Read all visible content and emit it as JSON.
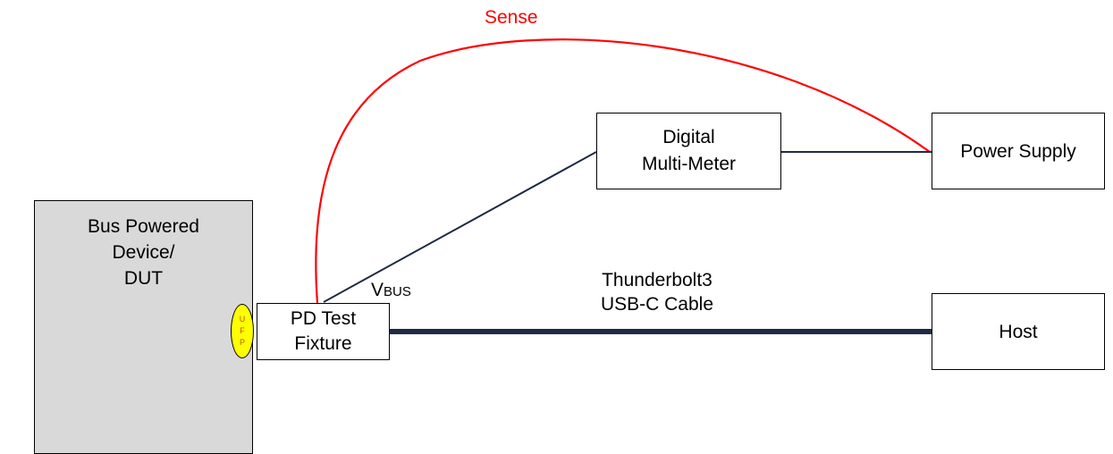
{
  "colors": {
    "sense_wire": "#ff0000",
    "wire": "#1f2a44",
    "dut_fill": "#d9d9d9",
    "ufp_fill": "#ffff00",
    "ufp_text": "#b85c00"
  },
  "sense_label": "Sense",
  "vbus": {
    "main": "V",
    "sub": "BUS"
  },
  "cable_label": [
    "Thunderbolt3",
    "USB-C Cable"
  ],
  "boxes": {
    "dut": [
      "Bus Powered",
      "Device/",
      "DUT"
    ],
    "fixture": [
      "PD Test",
      "Fixture"
    ],
    "dmm": [
      "Digital",
      "Multi-Meter"
    ],
    "psu": [
      "Power Supply"
    ],
    "host": [
      "Host"
    ]
  },
  "ufp_letters": [
    "U",
    "F",
    "P"
  ]
}
